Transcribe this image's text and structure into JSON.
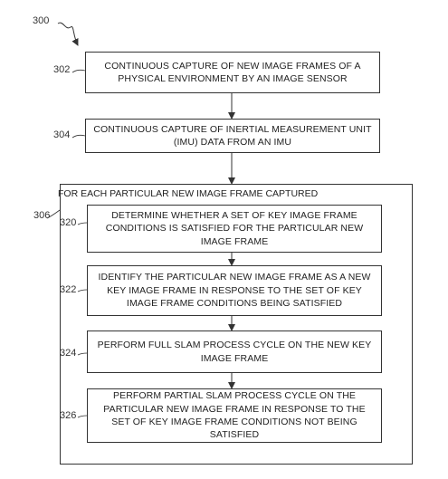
{
  "figure_ref": "300",
  "steps": {
    "s302": {
      "ref": "302",
      "text": "CONTINUOUS CAPTURE OF NEW IMAGE FRAMES OF A PHYSICAL ENVIRONMENT BY AN IMAGE SENSOR"
    },
    "s304": {
      "ref": "304",
      "text": "CONTINUOUS CAPTURE OF INERTIAL MEASUREMENT UNIT (IMU) DATA FROM AN IMU"
    }
  },
  "loop": {
    "ref": "306",
    "label": "FOR EACH PARTICULAR NEW IMAGE FRAME CAPTURED",
    "steps": {
      "s320": {
        "ref": "320",
        "text": "DETERMINE WHETHER A SET OF KEY IMAGE FRAME CONDITIONS IS SATISFIED FOR THE PARTICULAR NEW IMAGE FRAME"
      },
      "s322": {
        "ref": "322",
        "text": "IDENTIFY THE PARTICULAR NEW IMAGE FRAME AS A NEW KEY IMAGE FRAME IN RESPONSE TO THE SET OF KEY IMAGE FRAME CONDITIONS BEING SATISFIED"
      },
      "s324": {
        "ref": "324",
        "text": "PERFORM FULL SLAM PROCESS CYCLE ON THE NEW KEY IMAGE FRAME"
      },
      "s326": {
        "ref": "326",
        "text": "PERFORM PARTIAL SLAM PROCESS CYCLE ON THE PARTICULAR NEW IMAGE FRAME IN RESPONSE TO THE SET OF KEY IMAGE FRAME CONDITIONS NOT BEING SATISFIED"
      }
    }
  }
}
